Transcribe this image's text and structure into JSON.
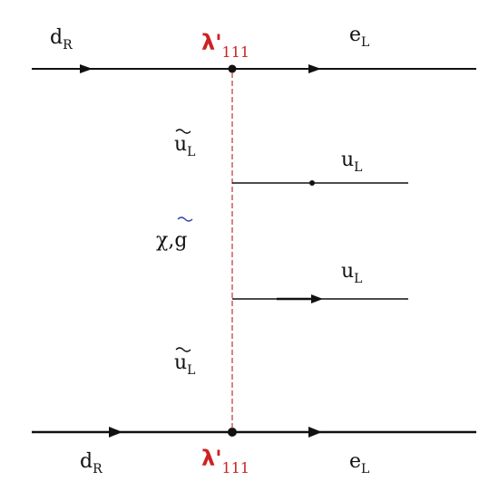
{
  "colors": {
    "line": "#111111",
    "coupling": "#cc2222",
    "propagator": "#bb3333",
    "gaugino": "#3344aa"
  },
  "top": {
    "incoming": {
      "base": "d",
      "sub": "R"
    },
    "coupling": {
      "symbol": "λ'",
      "index": "111"
    },
    "outgoing": {
      "base": "e",
      "sub": "L"
    }
  },
  "bottom": {
    "incoming": {
      "base": "d",
      "sub": "R"
    },
    "coupling": {
      "symbol": "λ'",
      "index": "111"
    },
    "outgoing": {
      "base": "e",
      "sub": "L"
    }
  },
  "squark_upper": {
    "base": "u",
    "sub": "L"
  },
  "squark_lower": {
    "base": "u",
    "sub": "L"
  },
  "gaugino": {
    "label": "χ,g"
  },
  "quark_upper": {
    "base": "u",
    "sub": "L"
  },
  "quark_lower": {
    "base": "u",
    "sub": "L"
  }
}
